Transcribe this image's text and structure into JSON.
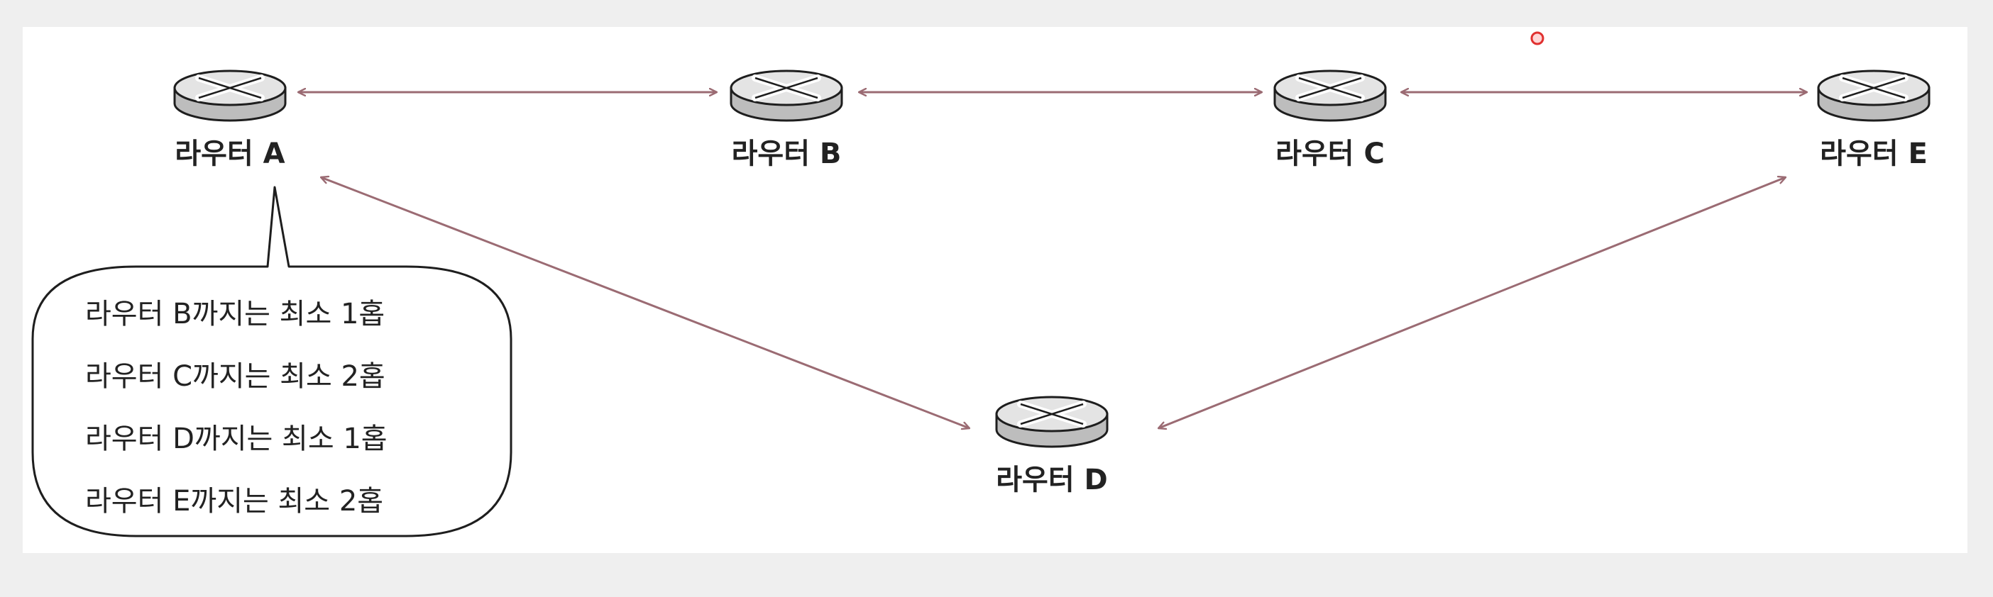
{
  "colors": {
    "link": "#9b6b73",
    "router_top": "#e4e4e4",
    "router_side": "#bdbdbd",
    "outline": "#1e1e1e",
    "cursor": "#e0302f"
  },
  "routers": [
    {
      "id": "A",
      "label": "라우터 A"
    },
    {
      "id": "B",
      "label": "라우터 B"
    },
    {
      "id": "C",
      "label": "라우터 C"
    },
    {
      "id": "E",
      "label": "라우터 E"
    },
    {
      "id": "D",
      "label": "라우터 D"
    }
  ],
  "links": [
    {
      "from": "A",
      "to": "B"
    },
    {
      "from": "B",
      "to": "C"
    },
    {
      "from": "C",
      "to": "E"
    },
    {
      "from": "A",
      "to": "D"
    },
    {
      "from": "D",
      "to": "E"
    }
  ],
  "bubble": {
    "lines": [
      "라우터 B까지는 최소 1홉",
      "라우터 C까지는 최소 2홉",
      "라우터 D까지는 최소 1홉",
      "라우터 E까지는 최소 2홉"
    ]
  }
}
